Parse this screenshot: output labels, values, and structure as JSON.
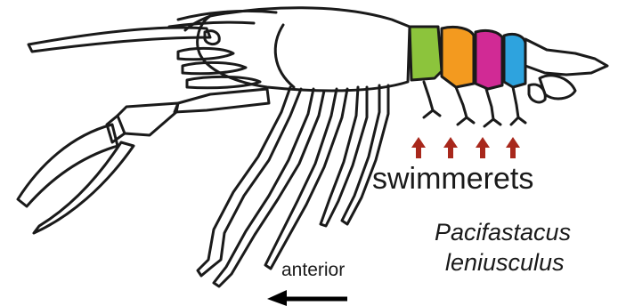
{
  "labels": {
    "swimmerets": "swimmerets",
    "species_line1": "Pacifastacus",
    "species_line2": "leniusculus",
    "direction": "anterior"
  },
  "colors": {
    "outline": "#1a1a1a",
    "segment_1": "#8cc43c",
    "segment_2": "#f39a1f",
    "segment_3": "#d12a95",
    "segment_4": "#2ea3de",
    "swimmeret_arrows": "#a8281c"
  },
  "icons": {
    "pointer": "up-arrow-icon",
    "direction": "left-arrow-icon"
  }
}
